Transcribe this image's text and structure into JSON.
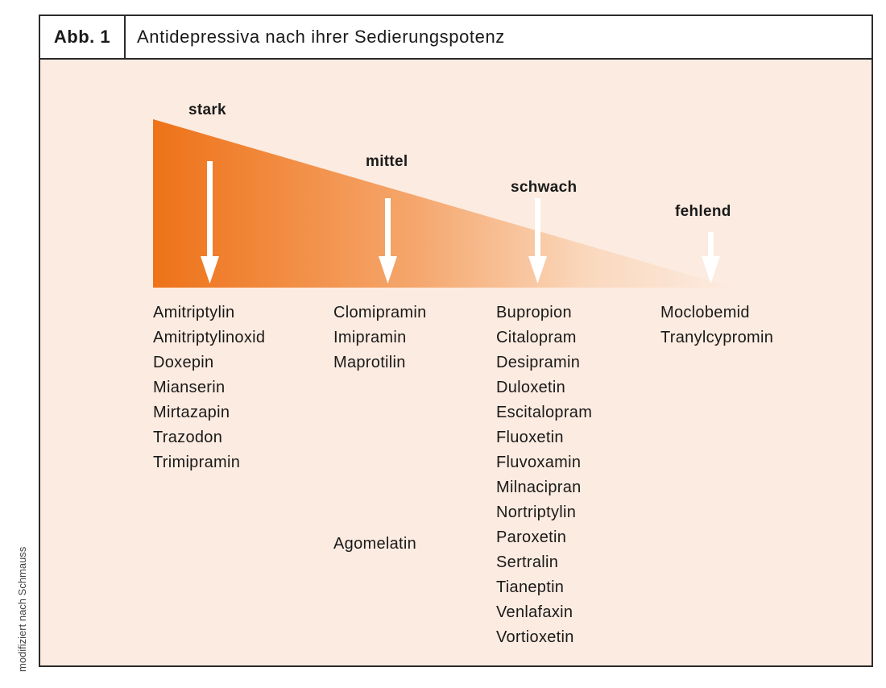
{
  "figure": {
    "number": "Abb. 1",
    "title": "Antidepressiva nach ihrer Sedierungspotenz"
  },
  "levels": [
    "stark",
    "mittel",
    "schwach",
    "fehlend"
  ],
  "columns": {
    "stark": [
      "Amitriptylin",
      "Amitriptylinoxid",
      "Doxepin",
      "Mianserin",
      "Mirtazapin",
      "Trazodon",
      "Trimipramin"
    ],
    "mittel": [
      "Clomipramin",
      "Imipramin",
      "Maprotilin"
    ],
    "mittel_extra": "Agomelatin",
    "schwach": [
      "Bupropion",
      "Citalopram",
      "Desipramin",
      "Duloxetin",
      "Escitalopram",
      "Fluoxetin",
      "Fluvoxamin",
      "Milnacipran",
      "Nortriptylin",
      "Paroxetin",
      "Sertralin",
      "Tianeptin",
      "Venlafaxin",
      "Vortioxetin"
    ],
    "fehlend": [
      "Moclobemid",
      "Tranylcypromin"
    ]
  },
  "credit": "modifiziert nach Schmauss",
  "colors": {
    "gradient_start": "#ee7218",
    "gradient_end": "#fcebe0",
    "background": "#fcebe0",
    "border": "#2b2b2b"
  }
}
